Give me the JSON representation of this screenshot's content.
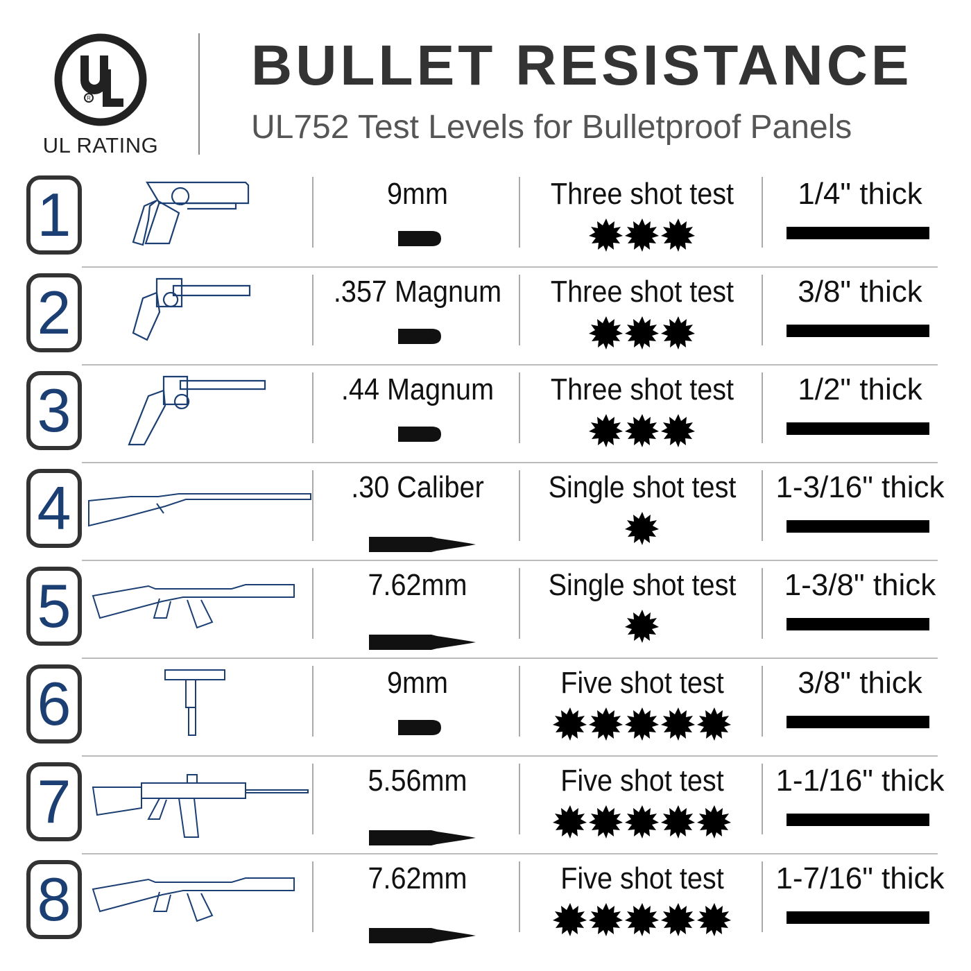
{
  "header": {
    "logo_text": "UL",
    "logo_caption": "UL RATING",
    "title": "BULLET RESISTANCE",
    "subtitle": "UL752 Test Levels for Bulletproof Panels"
  },
  "colors": {
    "level_number": "#1b3f73",
    "weapon_outline": "#1b3f73",
    "box_border": "#333333",
    "title": "#333333",
    "subtitle": "#555555"
  },
  "levels": [
    {
      "level": "1",
      "weapon_icon": "pistol-icon",
      "caliber": "9mm",
      "test": "Three shot test",
      "shots": 3,
      "thickness": "1/4\" thick"
    },
    {
      "level": "2",
      "weapon_icon": "revolver-icon",
      "caliber": ".357 Magnum",
      "test": "Three shot test",
      "shots": 3,
      "thickness": "3/8\" thick"
    },
    {
      "level": "3",
      "weapon_icon": "long-revolver-icon",
      "caliber": ".44 Magnum",
      "test": "Three shot test",
      "shots": 3,
      "thickness": "1/2\" thick"
    },
    {
      "level": "4",
      "weapon_icon": "rifle-icon",
      "caliber": ".30 Caliber",
      "test": "Single shot test",
      "shots": 1,
      "thickness": "1-3/16\" thick"
    },
    {
      "level": "5",
      "weapon_icon": "ak-rifle-icon",
      "caliber": "7.62mm",
      "test": "Single shot test",
      "shots": 1,
      "thickness": "1-3/8\" thick"
    },
    {
      "level": "6",
      "weapon_icon": "submachine-gun-icon",
      "caliber": "9mm",
      "test": "Five shot test",
      "shots": 5,
      "thickness": "3/8\" thick"
    },
    {
      "level": "7",
      "weapon_icon": "ar-rifle-icon",
      "caliber": "5.56mm",
      "test": "Five shot test",
      "shots": 5,
      "thickness": "1-1/16\" thick"
    },
    {
      "level": "8",
      "weapon_icon": "ak-rifle-icon",
      "caliber": "7.62mm",
      "test": "Five shot test",
      "shots": 5,
      "thickness": "1-7/16\" thick"
    }
  ]
}
